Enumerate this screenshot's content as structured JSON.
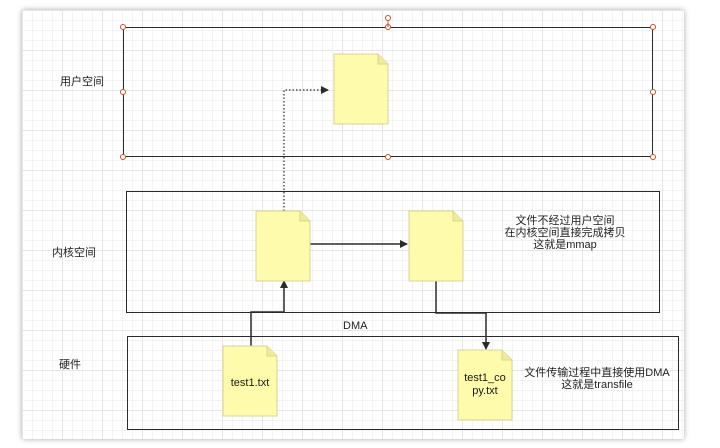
{
  "lanes": {
    "user_space": "用户空间",
    "kernel_space": "内核空间",
    "hardware": "硬件"
  },
  "dma_label": "DMA",
  "files": {
    "test1": "test1.txt",
    "test1_copy_line1": "test1_co",
    "test1_copy_line2": "py.txt"
  },
  "notes": {
    "mmap": [
      "文件不经过用户空间",
      "在内核空间直接完成拷贝",
      "这就是mmap"
    ],
    "sendfile": [
      "文件传输过程中直接使用DMA",
      "这就是transfile"
    ]
  },
  "colors": {
    "file_fill": "#fefbaa",
    "file_stroke": "#d8d39a",
    "selection_handle": "#c8502a",
    "border": "#2b2b2b"
  }
}
